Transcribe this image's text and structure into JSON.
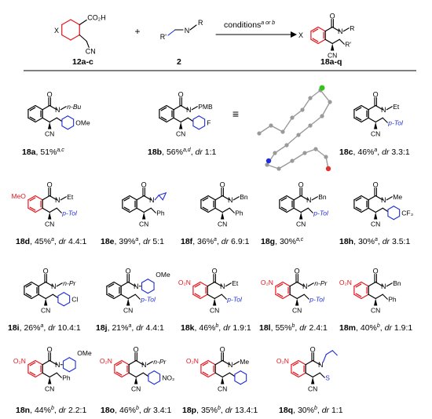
{
  "scheme": {
    "reagent1_label": "12a-c",
    "plus": "+",
    "reagent2_label": "2",
    "conditions_text": "conditions",
    "conditions_sup": "a or b",
    "product_label": "18a-q",
    "atoms": {
      "co2h": "CO₂H",
      "cn": "CN",
      "x": "X",
      "r": "R",
      "r_prime": "R'",
      "n": "N",
      "o": "O"
    }
  },
  "substituents": {
    "nbu": "n-Bu",
    "pmb": "PMB",
    "et": "Et",
    "ptol": "p-Tol",
    "ome": "OMe",
    "meo": "MeO",
    "f": "F",
    "ph": "Ph",
    "bn": "Bn",
    "me": "Me",
    "cf3": "CF₃",
    "npr": "n-Pr",
    "cl": "Cl",
    "o2n": "O₂N",
    "no2": "NO₂",
    "cn": "CN",
    "n": "N",
    "o": "O",
    "s": "S"
  },
  "compounds": [
    {
      "id": "18a",
      "yield": "51%",
      "sup": "a,c",
      "dr": ""
    },
    {
      "id": "18b",
      "yield": "56%",
      "sup": "a,d",
      "dr": "1:1"
    },
    {
      "id": "18c",
      "yield": "46%",
      "sup": "a",
      "dr": "3.3:1"
    },
    {
      "id": "18d",
      "yield": "45%",
      "sup": "a",
      "dr": "4.4:1"
    },
    {
      "id": "18e",
      "yield": "39%",
      "sup": "a",
      "dr": "5:1"
    },
    {
      "id": "18f",
      "yield": "36%",
      "sup": "a",
      "dr": "6.9:1"
    },
    {
      "id": "18g",
      "yield": "30%",
      "sup": "a,c",
      "dr": ""
    },
    {
      "id": "18h",
      "yield": "30%",
      "sup": "a",
      "dr": "3.5:1"
    },
    {
      "id": "18i",
      "yield": "26%",
      "sup": "a",
      "dr": "10.4:1"
    },
    {
      "id": "18j",
      "yield": "21%",
      "sup": "a",
      "dr": "4.4:1"
    },
    {
      "id": "18k",
      "yield": "46%",
      "sup": "b",
      "dr": "1.9:1"
    },
    {
      "id": "18l",
      "yield": "55%",
      "sup": "b",
      "dr": "2.4:1"
    },
    {
      "id": "18m",
      "yield": "40%",
      "sup": "b",
      "dr": "1.9:1"
    },
    {
      "id": "18n",
      "yield": "44%",
      "sup": "b",
      "dr": "2.2:1"
    },
    {
      "id": "18o",
      "yield": "46%",
      "sup": "b",
      "dr": "3.4:1"
    },
    {
      "id": "18p",
      "yield": "35%",
      "sup": "b",
      "dr": "13.4:1"
    },
    {
      "id": "18q",
      "yield": "30%",
      "sup": "b",
      "dr": "1:1"
    }
  ],
  "dr_prefix": "dr",
  "identity_symbol": "≡",
  "colors": {
    "black": "#000000",
    "red": "#e8141c",
    "blue": "#1f2fd8",
    "green": "#35c21e",
    "grey": "#9a9a9a"
  }
}
